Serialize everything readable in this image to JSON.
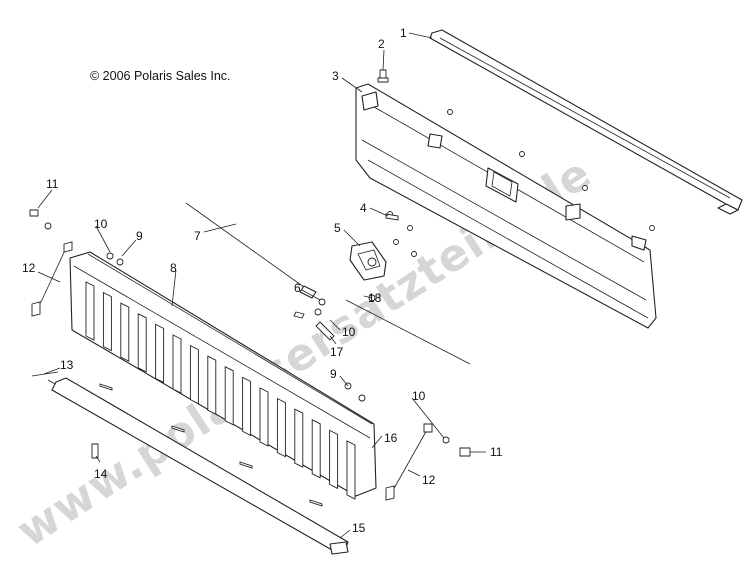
{
  "copyright": "© 2006 Polaris Sales Inc.",
  "watermark": "www.polarisersatzteile.de",
  "callouts": [
    "1",
    "2",
    "3",
    "4",
    "5",
    "6",
    "7",
    "8",
    "9",
    "10",
    "11",
    "12",
    "13",
    "14",
    "15",
    "16",
    "17",
    "18",
    "9",
    "10",
    "10",
    "11",
    "12"
  ]
}
